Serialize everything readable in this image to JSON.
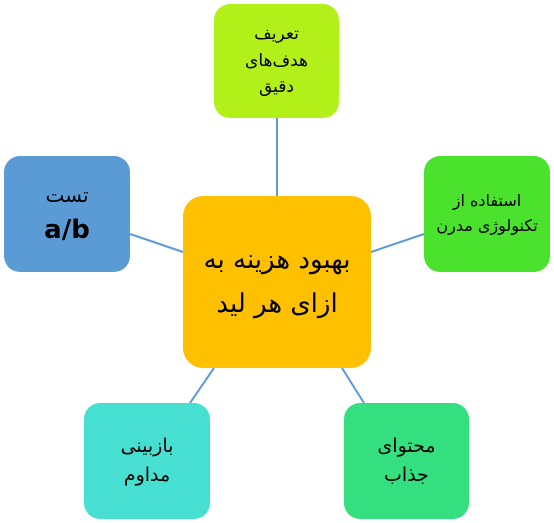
{
  "colors": {
    "connector": "#5b9bd5",
    "center": "#ffc000",
    "top": "#b3f01a",
    "right": "#4ae22d",
    "left": "#5b9bd5",
    "bottom_right": "#33df7e",
    "bottom_left": "#48dfd3"
  },
  "center": {
    "lines": [
      "بهبود هزینه به",
      "ازای هر لید"
    ]
  },
  "top": {
    "lines": [
      "تعریف",
      "هدف‌های",
      "دقیق"
    ]
  },
  "right": {
    "lines": [
      "استفاده از",
      "تکنولوژی مدرن"
    ]
  },
  "left": {
    "label": "تست",
    "value": "a/b"
  },
  "bottom_right": {
    "lines": [
      "محتوای",
      "جذاب"
    ]
  },
  "bottom_left": {
    "lines": [
      "بازبینی",
      "مداوم"
    ]
  }
}
